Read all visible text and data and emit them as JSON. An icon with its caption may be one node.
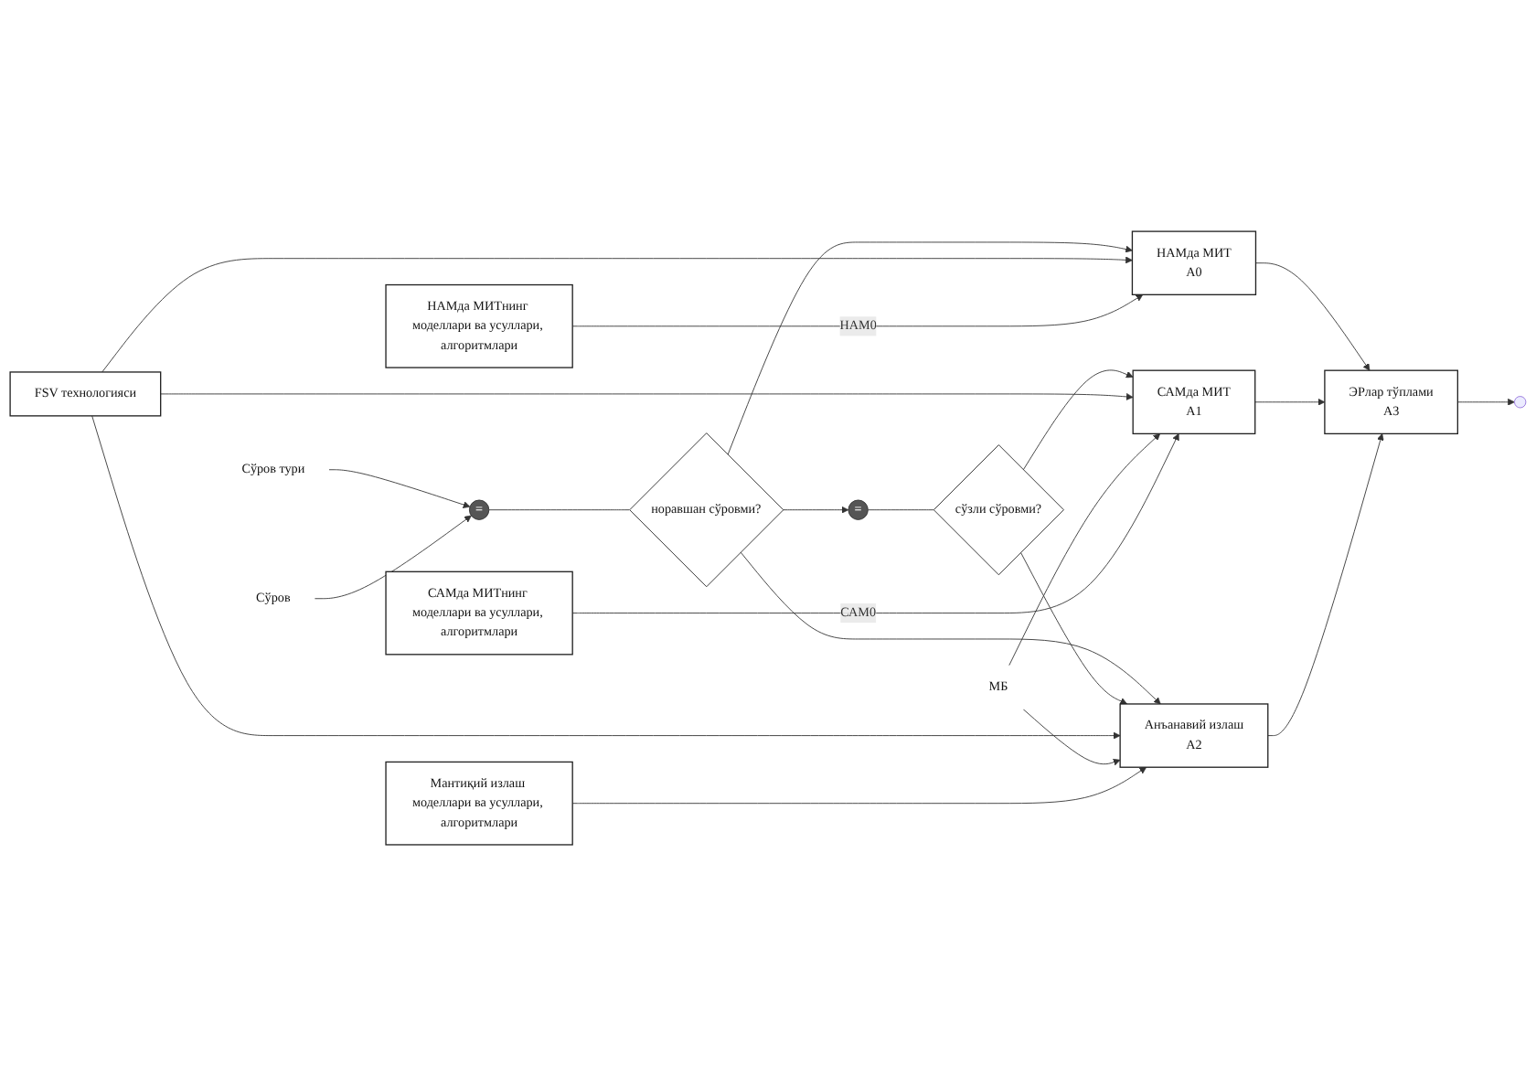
{
  "diagram": {
    "nodes": [
      {
        "text": [
          "FSV технологияси"
        ]
      },
      {
        "text": [
          "Сўров тури"
        ]
      },
      {
        "text": [
          "Сўров"
        ]
      },
      {
        "text": [
          "="
        ]
      },
      {
        "text": [
          "норавшан сўровми?"
        ]
      },
      {
        "text": [
          "="
        ]
      },
      {
        "text": [
          "сўзли сўровми?"
        ]
      },
      {
        "text": [
          "НАМда МИТ",
          "A0"
        ]
      },
      {
        "text": [
          "САМда МИТ",
          "A1"
        ]
      },
      {
        "text": [
          "Анъанавий излаш",
          "A2"
        ]
      },
      {
        "text": [
          "ЭРлар тўплами",
          "A3"
        ]
      },
      {
        "text": [
          "МБ"
        ]
      },
      {
        "text": [
          "Мантиқий излаш моделлари ва усуллари, алгоритмлари"
        ]
      },
      {
        "text": [
          "САМда МИТнинг моделлари ва усуллари, алгоритмлари"
        ]
      },
      {
        "text": [
          "НАМда МИТнинг моделлари ва усуллари, алгоритмлари"
        ]
      }
    ],
    "edges": [
      {
        "from": 1,
        "to": 3,
        "arrow": "to"
      },
      {
        "from": 2,
        "to": 3,
        "arrow": "to"
      },
      {
        "from": 3,
        "to": 4,
        "arrow": "none"
      },
      {
        "from": 4,
        "to": 7,
        "arrow": "to"
      },
      {
        "from": 4,
        "to": 5,
        "arrow": "to"
      },
      {
        "from": 4,
        "to": 9,
        "arrow": "to"
      },
      {
        "from": 5,
        "to": 6,
        "arrow": "none"
      },
      {
        "from": 6,
        "to": 8,
        "arrow": "to"
      },
      {
        "from": 6,
        "to": 9,
        "arrow": "to"
      },
      {
        "from": 0,
        "to": 7,
        "arrow": "to"
      },
      {
        "from": 0,
        "to": 8,
        "arrow": "to"
      },
      {
        "from": 0,
        "to": 9,
        "arrow": "to"
      },
      {
        "from": 11,
        "to": 8,
        "arrow": "to"
      },
      {
        "from": 11,
        "to": 9,
        "arrow": "to"
      },
      {
        "from": 7,
        "to": 10,
        "arrow": "to"
      },
      {
        "from": 8,
        "to": 10,
        "arrow": "to"
      },
      {
        "from": 9,
        "to": 10,
        "arrow": "to"
      },
      {
        "from": 10,
        "to": null,
        "arrow": "to"
      },
      {
        "from": 12,
        "to": 9,
        "arrow": "to"
      },
      {
        "from": 14,
        "to": 7,
        "label": "НАМ0",
        "arrow": "to"
      },
      {
        "from": 13,
        "to": 8,
        "label": "САМ0",
        "arrow": "to"
      }
    ]
  }
}
